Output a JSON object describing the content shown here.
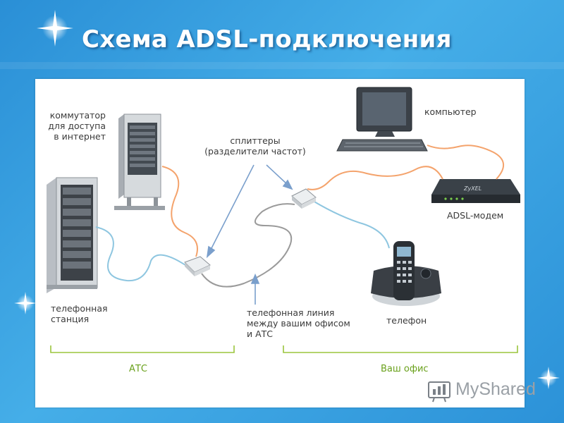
{
  "slide": {
    "title": "Схема ADSL-подключения"
  },
  "labels": {
    "switch": "коммутатор\nдля доступа\nв интернет",
    "splitters": "сплиттеры\n(разделители частот)",
    "computer": "компьютер",
    "modem": "ADSL-модем",
    "exchange": "телефонная\nстанция",
    "line": "телефонная линия\nмежду вашим офисом\nи АТС",
    "phone": "телефон",
    "zone_ats": "АТС",
    "zone_office": "Ваш офис"
  },
  "modem_brand": "ZyXEL",
  "logo": {
    "text": "MyShared"
  },
  "colors": {
    "ethernet_cable": "#f4a36c",
    "phone_cable": "#8ec6e0",
    "line_cable": "#9a9a9a",
    "arrow": "#7a9fcc",
    "bracket": "#9bc53d",
    "zone_text": "#6aa11c"
  }
}
